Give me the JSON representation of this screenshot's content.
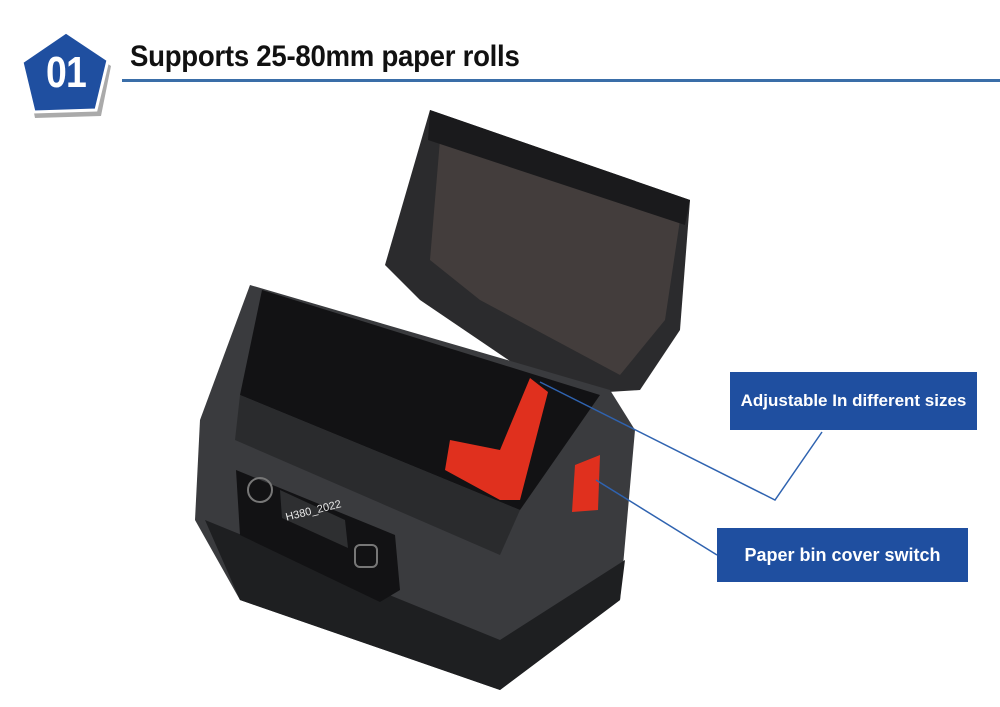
{
  "header": {
    "badge_number": "01",
    "title": "Supports 25-80mm paper rolls"
  },
  "printer": {
    "display_text": "H380_2022",
    "button_labels": [
      "power-icon",
      "feed-icon"
    ]
  },
  "callouts": [
    {
      "label": "Adjustable In different sizes"
    },
    {
      "label": "Paper bin cover switch"
    }
  ],
  "colors": {
    "accent": "#1f4fa0",
    "rule": "#3a6ea8",
    "printer_body": "#3a3b3e",
    "guide_red": "#e0301e"
  }
}
